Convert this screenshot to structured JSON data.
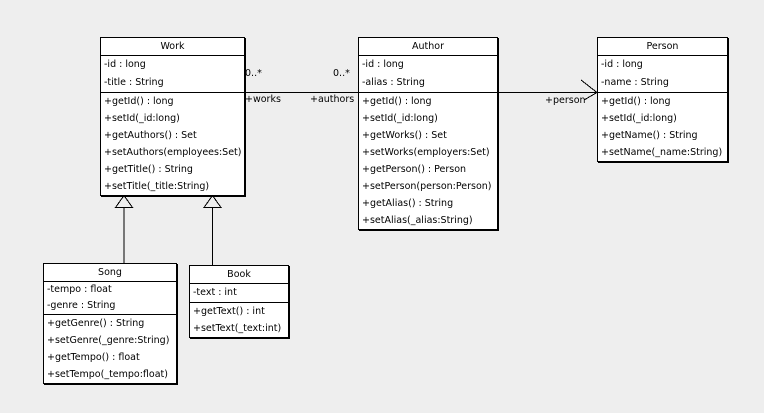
{
  "canvas": {
    "background": "#eeeeee",
    "box_fill": "#ffffff",
    "line_color": "#000000"
  },
  "classes": {
    "work": {
      "title": "Work",
      "attributes": [
        "-id : long",
        "-title : String"
      ],
      "methods": [
        "+getId() : long",
        "+setId(_id:long)",
        "+getAuthors() : Set",
        "+setAuthors(employees:Set)",
        "+getTitle() : String",
        "+setTitle(_title:String)"
      ]
    },
    "author": {
      "title": "Author",
      "attributes": [
        "-id : long",
        "-alias : String"
      ],
      "methods": [
        "+getId() : long",
        "+setId(_id:long)",
        "+getWorks() : Set",
        "+setWorks(employers:Set)",
        "+getPerson() : Person",
        "+setPerson(person:Person)",
        "+getAlias() : String",
        "+setAlias(_alias:String)"
      ]
    },
    "person": {
      "title": "Person",
      "attributes": [
        "-id : long",
        "-name : String"
      ],
      "methods": [
        "+getId() : long",
        "+setId(_id:long)",
        "+getName() : String",
        "+setName(_name:String)"
      ]
    },
    "song": {
      "title": "Song",
      "attributes": [
        "-tempo : float",
        "-genre : String"
      ],
      "methods": [
        "+getGenre() : String",
        "+setGenre(_genre:String)",
        "+getTempo() : float",
        "+setTempo(_tempo:float)"
      ]
    },
    "book": {
      "title": "Book",
      "attributes": [
        "-text : int"
      ],
      "methods": [
        "+getText() : int",
        "+setText(_text:int)"
      ]
    }
  },
  "associations": {
    "work_author": {
      "mult_work_end": "0..*",
      "mult_author_end": "0..*",
      "role_work_end": "+works",
      "role_author_end": "+authors"
    },
    "author_person": {
      "role_person_end": "+person"
    }
  }
}
